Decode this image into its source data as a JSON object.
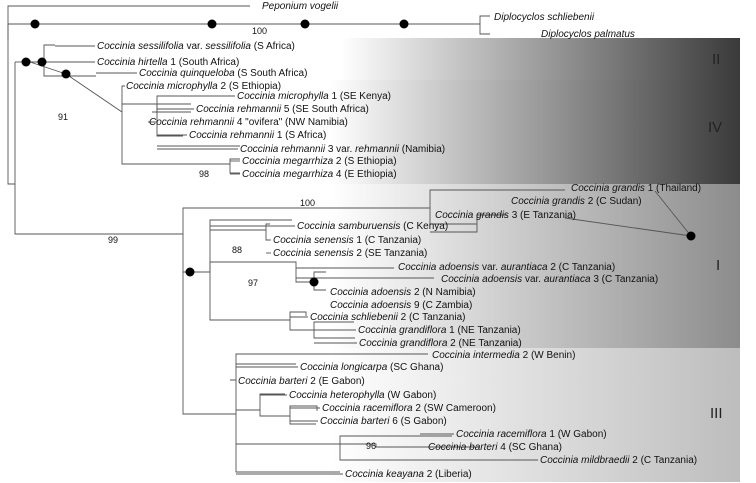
{
  "colors": {
    "branch": "#555555",
    "marker": "#000000",
    "text": "#111111",
    "shade_dark": "#3a3a3a",
    "shade_mid": "#8c8c8c",
    "shade_light": "#bfbfbf",
    "shade_fade": "#ffffff"
  },
  "clades": [
    {
      "id": "II",
      "label": "II"
    },
    {
      "id": "IV",
      "label": "IV"
    },
    {
      "id": "I",
      "label": "I"
    },
    {
      "id": "III",
      "label": "III"
    }
  ],
  "supports": {
    "diplocyclos": "100",
    "ethiopia_clade": "91",
    "megarrhiza": "98",
    "grandis": "100",
    "clade_I_III": "99",
    "senensis": "88",
    "adoensis": "97",
    "barteri_racemiflora": "96"
  },
  "taxa": [
    {
      "id": "peponium_vogelii",
      "name": "Peponium vogelii",
      "loc": ""
    },
    {
      "id": "diplocyclos_schliebenii",
      "name": "Diplocyclos schliebenii",
      "loc": ""
    },
    {
      "id": "diplocyclos_palmatus",
      "name": "Diplocyclos palmatus",
      "loc": ""
    },
    {
      "id": "sessilifolia",
      "name": "Coccinia sessilifolia",
      "mid": " var. ",
      "name2": "sessilifolia",
      "loc": " (S Africa)"
    },
    {
      "id": "hirtella",
      "name": "Coccinia hirtella",
      "loc": " 1 (South Africa)"
    },
    {
      "id": "quinqueloba",
      "name": "Coccinia quinqueloba",
      "loc": " (S South Africa)"
    },
    {
      "id": "microphylla2",
      "name": "Coccinia microphylla",
      "loc": " 2 (S Ethiopia)"
    },
    {
      "id": "microphylla1",
      "name": "Coccinia microphylla",
      "loc": " 1 (SE Kenya)"
    },
    {
      "id": "rehmannii5",
      "name": "Coccinia rehmannii",
      "loc": " 5 (SE South Africa)"
    },
    {
      "id": "rehmannii4",
      "name": "Coccinia rehmannii",
      "loc": " 4 \"ovifera\" (NW Namibia)"
    },
    {
      "id": "rehmannii1",
      "name": "Coccinia rehmannii",
      "loc": " 1 (S Africa)"
    },
    {
      "id": "rehmannii3",
      "name": "Coccinia rehmannii",
      "mid": " 3 var. ",
      "name2": "rehmannii",
      "loc": " (Namibia)"
    },
    {
      "id": "megarrhiza2",
      "name": "Coccinia megarrhiza",
      "loc": " 2 (S Ethiopia)"
    },
    {
      "id": "megarrhiza4",
      "name": "Coccinia megarrhiza",
      "loc": " 4 (E Ethiopia)"
    },
    {
      "id": "grandis1",
      "name": "Coccinia grandis",
      "loc": " 1 (Thailand)"
    },
    {
      "id": "grandis2",
      "name": "Coccinia grandis",
      "loc": " 2 (C Sudan)"
    },
    {
      "id": "grandis3",
      "name": "Coccinia grandis",
      "loc": " 3 (E Tanzania)"
    },
    {
      "id": "samburuensis",
      "name": "Coccinia samburuensis",
      "loc": " (C Kenya)"
    },
    {
      "id": "senensis1",
      "name": "Coccinia senensis",
      "loc": " 1 (C Tanzania)"
    },
    {
      "id": "senensis2",
      "name": "Coccinia senensis",
      "loc": " 2 (SE Tanzania)"
    },
    {
      "id": "adoensis_aur2",
      "name": "Coccinia adoensis",
      "mid": " var. ",
      "name2": "aurantiaca",
      "loc": " 2 (C Tanzania)"
    },
    {
      "id": "adoensis_aur3",
      "name": "Coccinia adoensis",
      "mid": " var. ",
      "name2": "aurantiaca",
      "loc": " 3 (C Tanzania)"
    },
    {
      "id": "adoensis2",
      "name": "Coccinia adoensis",
      "loc": " 2 (N Namibia)"
    },
    {
      "id": "adoensis9",
      "name": "Coccinia adoensis",
      "loc": " 9 (C Zambia)"
    },
    {
      "id": "schliebenii2",
      "name": "Coccinia schliebenii",
      "loc": " 2 (C Tanzania)"
    },
    {
      "id": "grandiflora1",
      "name": "Coccinia grandiflora",
      "loc": " 1 (NE Tanzania)"
    },
    {
      "id": "grandiflora2",
      "name": "Coccinia grandiflora",
      "loc": " 2 (NE Tanzania)"
    },
    {
      "id": "intermedia2",
      "name": "Coccinia intermedia",
      "loc": " 2 (W Benin)"
    },
    {
      "id": "longicarpa",
      "name": "Coccinia longicarpa",
      "loc": " (SC Ghana)"
    },
    {
      "id": "barteri2",
      "name": "Coccinia barteri",
      "loc": " 2 (E Gabon)"
    },
    {
      "id": "heterophylla",
      "name": "Coccinia heterophylla",
      "loc": " (W Gabon)"
    },
    {
      "id": "racemiflora2",
      "name": "Coccinia racemiflora",
      "loc": " 2 (SW Cameroon)"
    },
    {
      "id": "barteri6",
      "name": "Coccinia barteri",
      "loc": " 6 (S Gabon)"
    },
    {
      "id": "racemiflora1",
      "name": "Coccinia racemiflora",
      "loc": " 1 (W Gabon)"
    },
    {
      "id": "barteri4",
      "name": "Coccinia barteri",
      "loc": " 4 (SC Ghana)"
    },
    {
      "id": "mildbraedii2",
      "name": "Coccinia mildbraedii",
      "loc": " 2 (C Tanzania)"
    },
    {
      "id": "keayana2",
      "name": "Coccinia keayana",
      "loc": " 2 (Liberia)"
    }
  ]
}
